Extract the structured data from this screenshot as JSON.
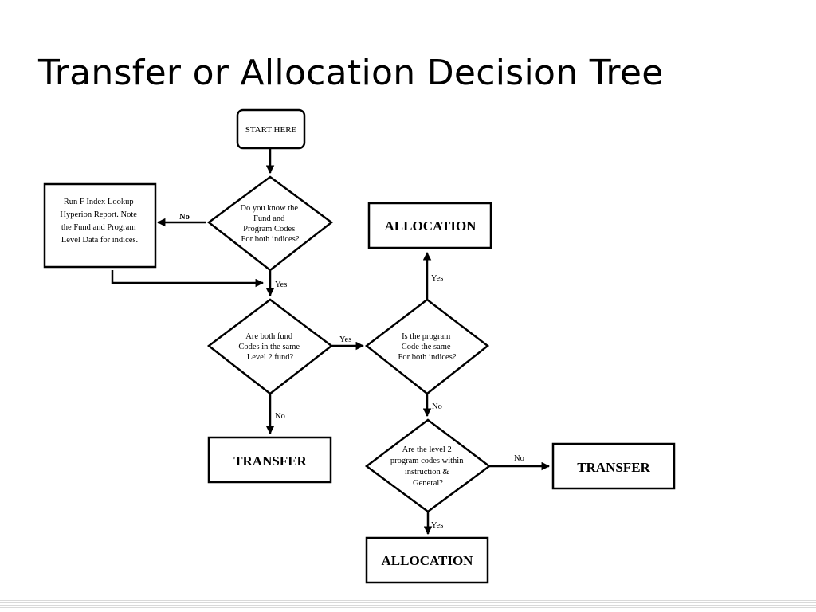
{
  "slide": {
    "title": "Transfer or Allocation Decision Tree"
  },
  "flowchart": {
    "start": "START HERE",
    "q_know_codes": [
      "Do you know the",
      "Fund and",
      "Program Codes",
      "For both indices?"
    ],
    "run_report": [
      "Run F Index Lookup",
      "Hyperion Report.  Note",
      "the Fund and Program",
      "Level  Data for indices."
    ],
    "q_fund_same": [
      "Are both fund",
      "Codes in the same",
      "Level 2 fund?"
    ],
    "q_program_same": [
      "Is the program",
      "Code the same",
      "For both indices?"
    ],
    "q_level2": [
      "Are the level 2",
      "program codes within",
      "instruction &",
      "General?"
    ],
    "allocation_top": "ALLOCATION",
    "allocation_bottom": "ALLOCATION",
    "transfer_left": "TRANSFER",
    "transfer_right": "TRANSFER",
    "labels": {
      "no_know": "No",
      "yes_know": "Yes",
      "yes_fund": "Yes",
      "no_fund": "No",
      "yes_program": "Yes",
      "no_program": "No",
      "no_level2": "No",
      "yes_level2": "Yes"
    }
  }
}
